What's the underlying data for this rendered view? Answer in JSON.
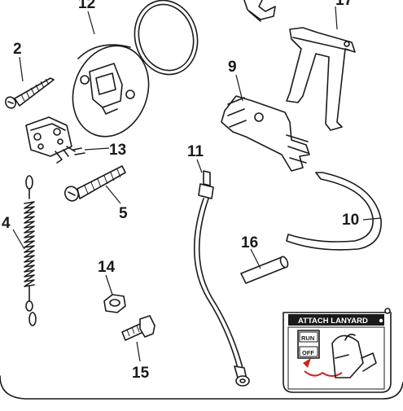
{
  "callouts": {
    "c12": "12",
    "c17": "17",
    "c2": "2",
    "c9": "9",
    "c13": "13",
    "c11": "11",
    "c5": "5",
    "c4": "4",
    "c10": "10",
    "c16": "16",
    "c14": "14",
    "c15": "15"
  },
  "decal": {
    "title": "ATTACH LANYARD",
    "run": "RUN",
    "off": "OFF"
  }
}
